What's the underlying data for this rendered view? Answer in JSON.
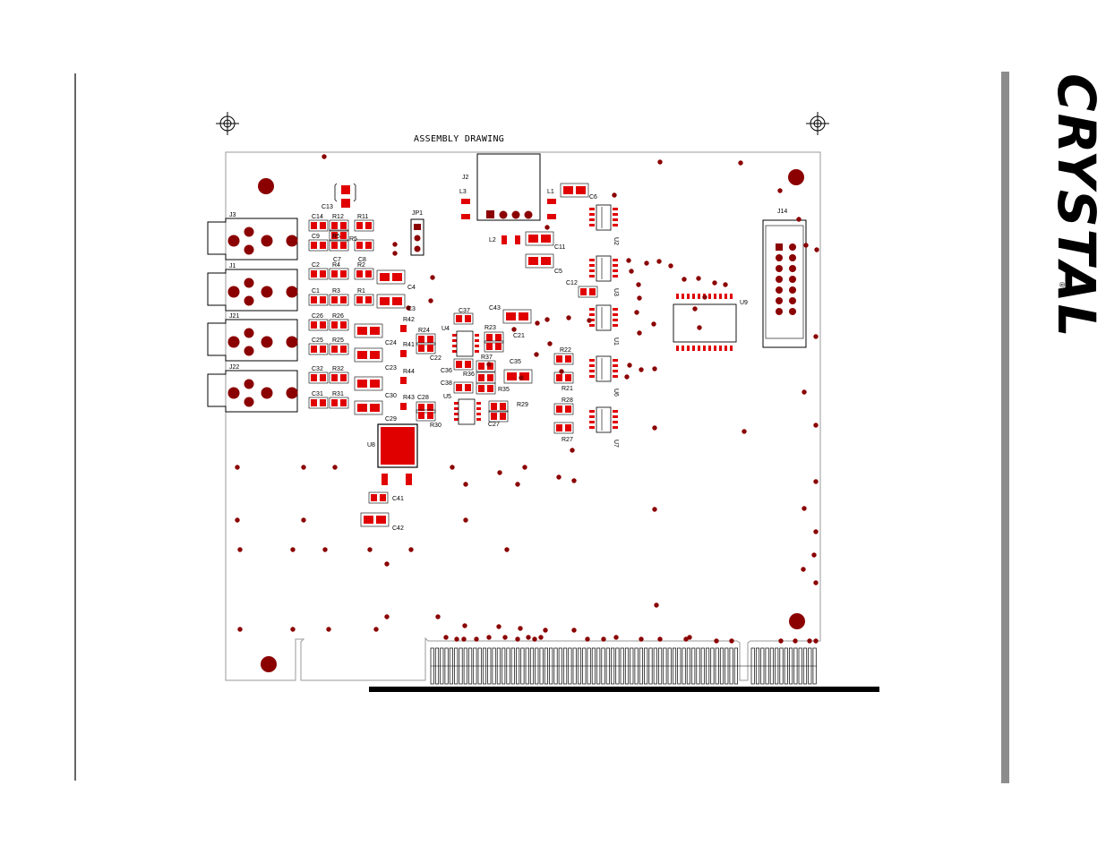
{
  "drawing": {
    "title": "ASSEMBLY DRAWING",
    "logo_text": "CRYSTAL",
    "registered_mark": "®",
    "colors": {
      "pad": "#e00000",
      "via": "#8b0000",
      "outline": "#000000",
      "sidebar": "#8c8c8c"
    }
  },
  "connectors": [
    "J3",
    "J1",
    "J21",
    "J22",
    "J2",
    "J14",
    "JP1"
  ],
  "labels": [
    "C14",
    "R12",
    "R11",
    "C13",
    "C9",
    "R5",
    "C7",
    "C8",
    "C2",
    "R4",
    "R2",
    "C4",
    "C1",
    "R3",
    "R1",
    "C3",
    "C26",
    "R26",
    "R42",
    "R24",
    "C25",
    "R25",
    "C24",
    "R41",
    "C22",
    "C32",
    "R32",
    "C23",
    "R44",
    "C31",
    "R31",
    "C30",
    "R43",
    "C28",
    "C29",
    "R30",
    "L3",
    "L1",
    "C6",
    "L2",
    "C11",
    "C5",
    "C12",
    "C37",
    "C43",
    "R23",
    "C21",
    "U4",
    "C36",
    "R37",
    "C35",
    "R36",
    "C38",
    "R35",
    "U5",
    "R29",
    "C27",
    "U2",
    "U3",
    "U1",
    "U6",
    "U7",
    "R22",
    "R21",
    "R28",
    "R27",
    "U9",
    "U8",
    "C41",
    "C42"
  ]
}
